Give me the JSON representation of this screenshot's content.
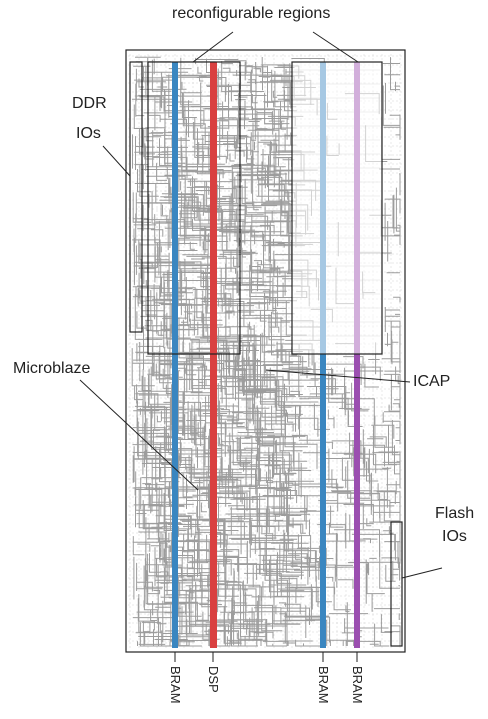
{
  "labels": {
    "reconfigurable_regions": "reconfigurable regions",
    "ddr_line1": "DDR",
    "ddr_line2": "IOs",
    "microblaze": "Microblaze",
    "icap": "ICAP",
    "flash_line1": "Flash",
    "flash_line2": "IOs"
  },
  "columns": [
    {
      "label": "BRAM",
      "color": "#3a86c0"
    },
    {
      "label": "DSP",
      "color": "#d94040"
    },
    {
      "label": "BRAM",
      "color": "#3a86c0"
    },
    {
      "label": "BRAM",
      "color": "#9b4fb0"
    }
  ],
  "colors": {
    "routing": "#8c8c8c",
    "grid": "#c8c8c8",
    "outline": "#222222"
  }
}
